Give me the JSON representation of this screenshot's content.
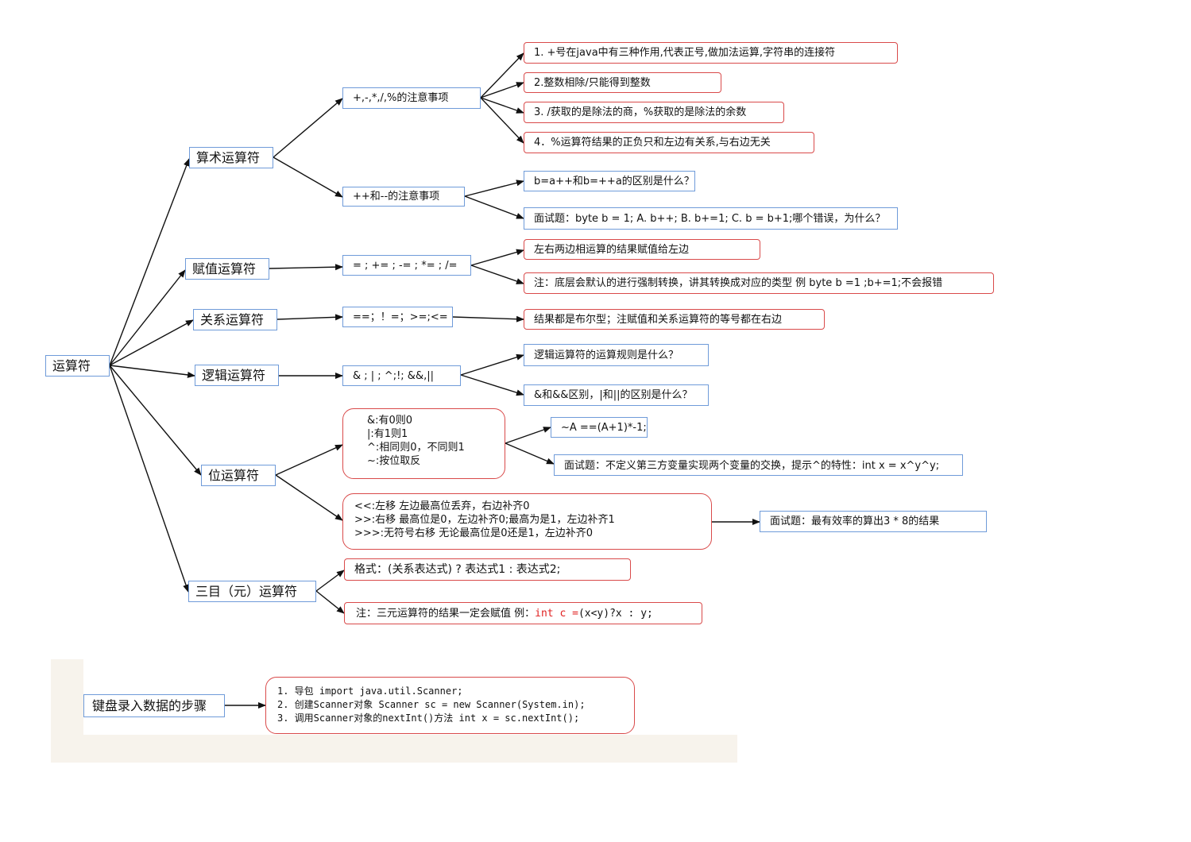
{
  "root": {
    "label": "运算符"
  },
  "categories": {
    "arithmetic": "算术运算符",
    "assign": "赋值运算符",
    "relational": "关系运算符",
    "logical": "逻辑运算符",
    "bitwise": "位运算符",
    "ternary": "三目（元）运算符"
  },
  "arithmetic": {
    "ops_notes": "+,-,*,/,%的注意事项",
    "inc_notes": "++和--的注意事项",
    "note1": "1. +号在java中有三种作用,代表正号,做加法运算,字符串的连接符",
    "note2": "2.整数相除/只能得到整数",
    "note3": "3. /获取的是除法的商，%获取的是除法的余数",
    "note4": "4．%运算符结果的正负只和左边有关系,与右边无关",
    "inc_q1": "b=a++和b=++a的区别是什么？",
    "inc_q2": "面试题：byte b = 1;   A. b++; B.  b+=1; C. b = b+1;哪个错误，为什么？"
  },
  "assign": {
    "ops": "= ; += ; -= ; *= ; /=",
    "note1": "左右两边相运算的结果赋值给左边",
    "note2": "注：底层会默认的进行强制转换，讲其转换成对应的类型 例 byte b =1  ;b+=1;不会报错"
  },
  "relational": {
    "ops": "==；！=；>=;<=",
    "note1": "结果都是布尔型；注赋值和关系运算符的等号都在右边"
  },
  "logical": {
    "ops": "& ; | ; ^;!;  &&,||",
    "q1": "逻辑运算符的运算规则是什么？",
    "q2": "&和&&区别，|和||的区别是什么？"
  },
  "bitwise": {
    "rules": "&:有0则0\n|:有1则1\n^:相同则0，不同则1\n~:按位取反",
    "not_formula": "~A ==(A+1)*-1;",
    "swap_q": "面试题：不定义第三方变量实现两个变量的交换，提示^的特性：int x = x^y^y;",
    "shift": "<<:左移   左边最高位丢弃，右边补齐0\n>>:右移    最高位是0，左边补齐0;最高为是1，左边补齐1\n>>>:无符号右移 无论最高位是0还是1，左边补齐0",
    "shift_q": "面试题：最有效率的算出3 * 8的结果"
  },
  "ternary": {
    "format": "格式：(关系表达式) ? 表达式1 : 表达式2;",
    "note_prefix": "注：三元运算符的结果一定会赋值 例：",
    "note_code_red": "int c =",
    "note_code_rest": "(x<y)?x : y;"
  },
  "keyboard": {
    "title": "键盘录入数据的步骤",
    "steps": "1. 导包                import java.util.Scanner;\n2. 创建Scanner对象   Scanner sc = new Scanner(System.in);\n3. 调用Scanner对象的nextInt()方法 int x = sc.nextInt();"
  }
}
